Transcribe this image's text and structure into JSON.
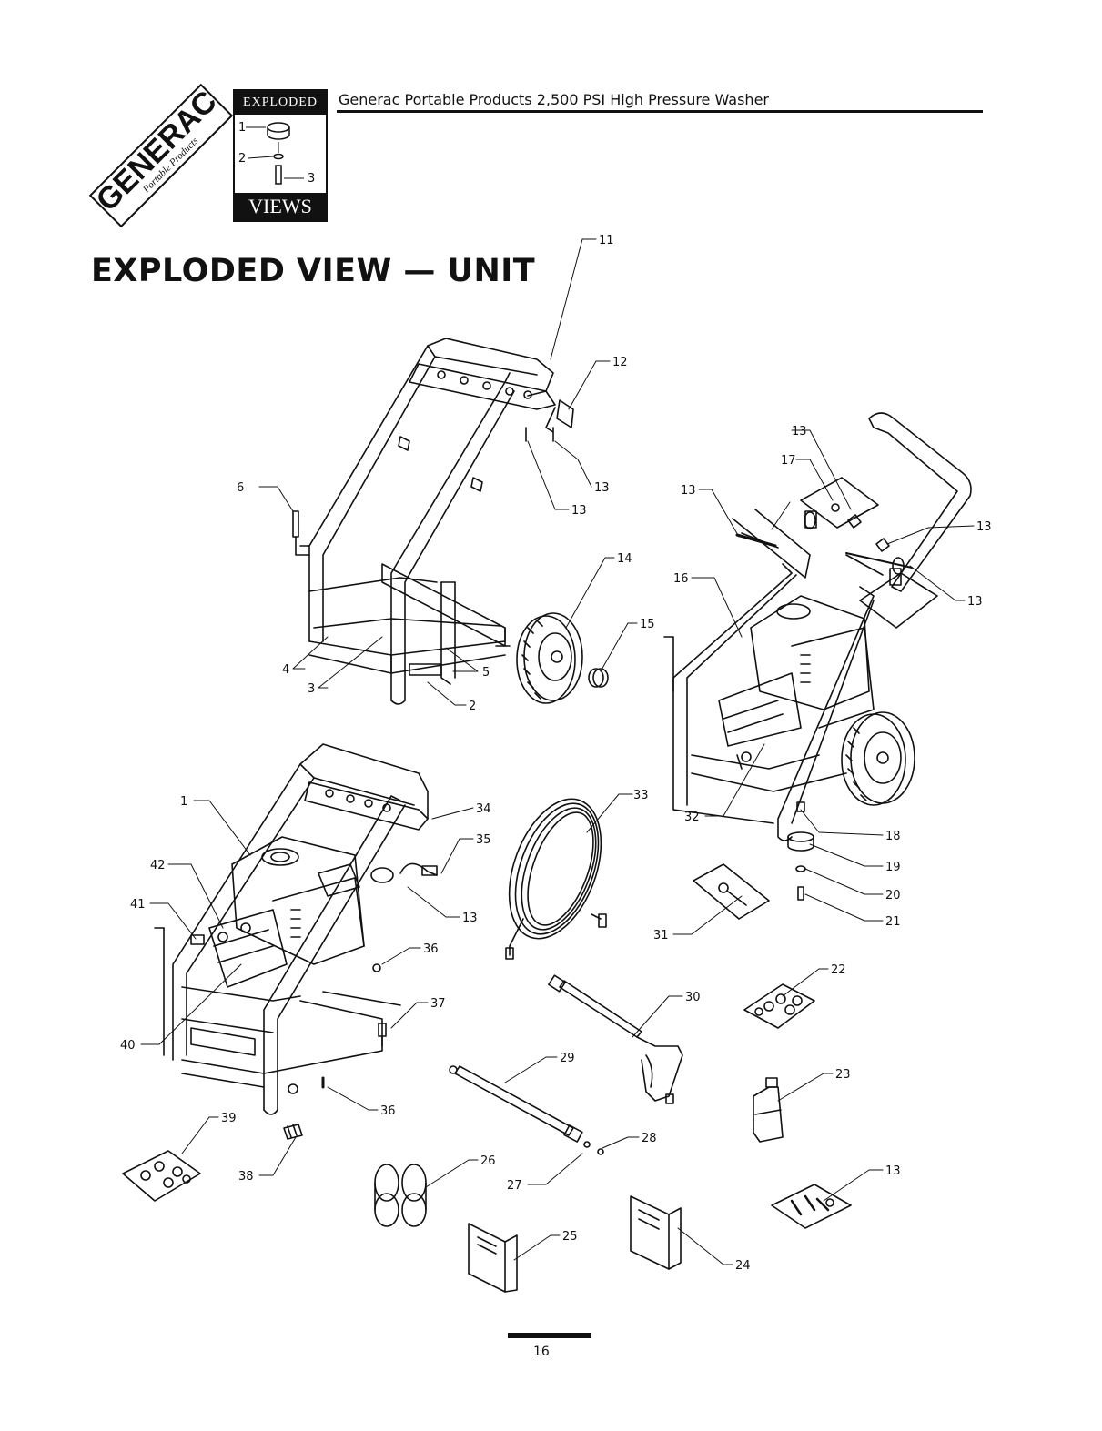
{
  "logo": {
    "brand": "GENERAC",
    "sub": "Portable Products"
  },
  "badge": {
    "top": "EXPLODED",
    "bottom": "VIEWS",
    "labels": [
      "1",
      "2",
      "3"
    ]
  },
  "header": {
    "title": "Generac Portable Products 2,500 PSI High Pressure Washer"
  },
  "section_title": "EXPLODED VIEW — UNIT",
  "callouts": {
    "c1": "1",
    "c2": "2",
    "c3": "3",
    "c4": "4",
    "c5": "5",
    "c6": "6",
    "c11": "11",
    "c12": "12",
    "c13a": "13",
    "c13b": "13",
    "c13c": "13",
    "c13d": "13",
    "c13e": "13",
    "c13f": "13",
    "c13g": "13",
    "c13h": "13",
    "c14": "14",
    "c15": "15",
    "c16": "16",
    "c17": "17",
    "c18": "18",
    "c19": "19",
    "c20": "20",
    "c21": "21",
    "c22": "22",
    "c23": "23",
    "c24": "24",
    "c25": "25",
    "c26": "26",
    "c27": "27",
    "c28": "28",
    "c29": "29",
    "c30": "30",
    "c31": "31",
    "c32": "32",
    "c33": "33",
    "c34": "34",
    "c35": "35",
    "c36a": "36",
    "c36b": "36",
    "c37": "37",
    "c38": "38",
    "c39": "39",
    "c40": "40",
    "c41": "41",
    "c42": "42"
  },
  "page_number": "16"
}
